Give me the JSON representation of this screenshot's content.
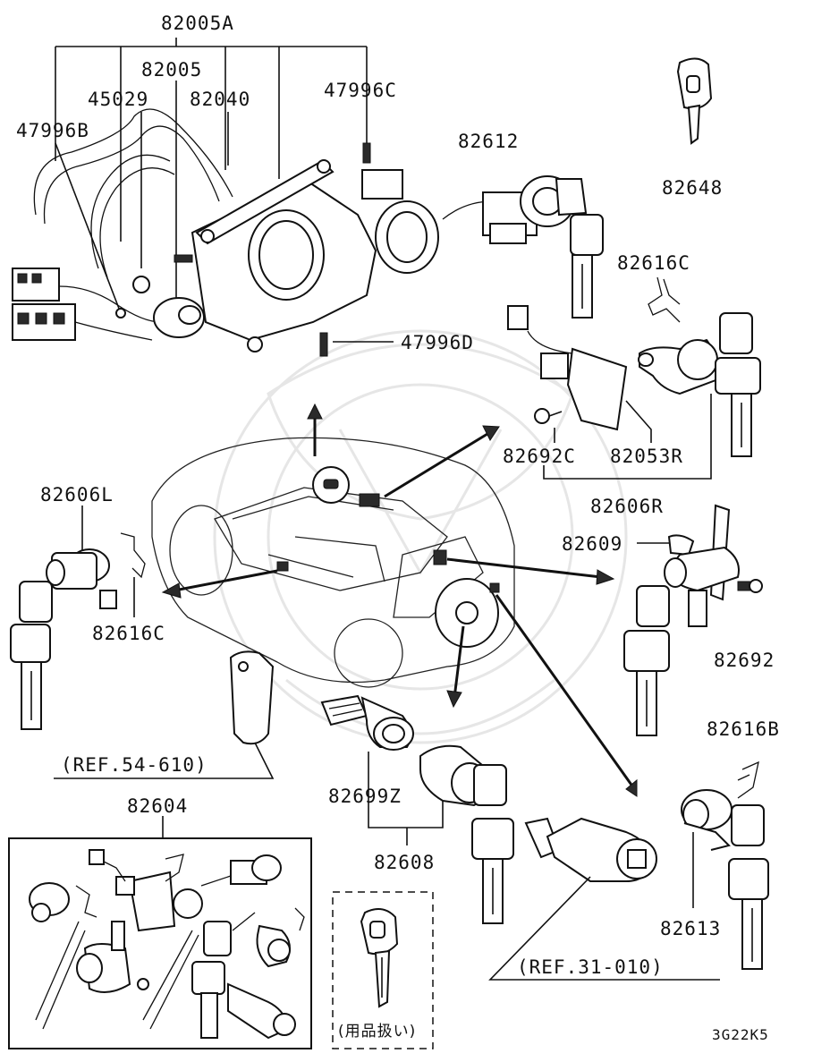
{
  "labels": {
    "p82005A": "82005A",
    "p82005": "82005",
    "p45029": "45029",
    "p82040": "82040",
    "p47996C": "47996C",
    "p47996B": "47996B",
    "p82612": "82612",
    "p82648": "82648",
    "p82616C_right": "82616C",
    "p47996D": "47996D",
    "p82692C": "82692C",
    "p82053R": "82053R",
    "p82606R": "82606R",
    "p82606L": "82606L",
    "p82609": "82609",
    "p82616C_left": "82616C",
    "p82692": "82692",
    "p82616B": "82616B",
    "ref54": "(REF.54-610)",
    "p82604": "82604",
    "p82699Z": "82699Z",
    "p82608": "82608",
    "p82613": "82613",
    "ref31": "(REF.31-010)",
    "key_note": "(用品扱い)",
    "diagram_code": "3G22K5"
  }
}
